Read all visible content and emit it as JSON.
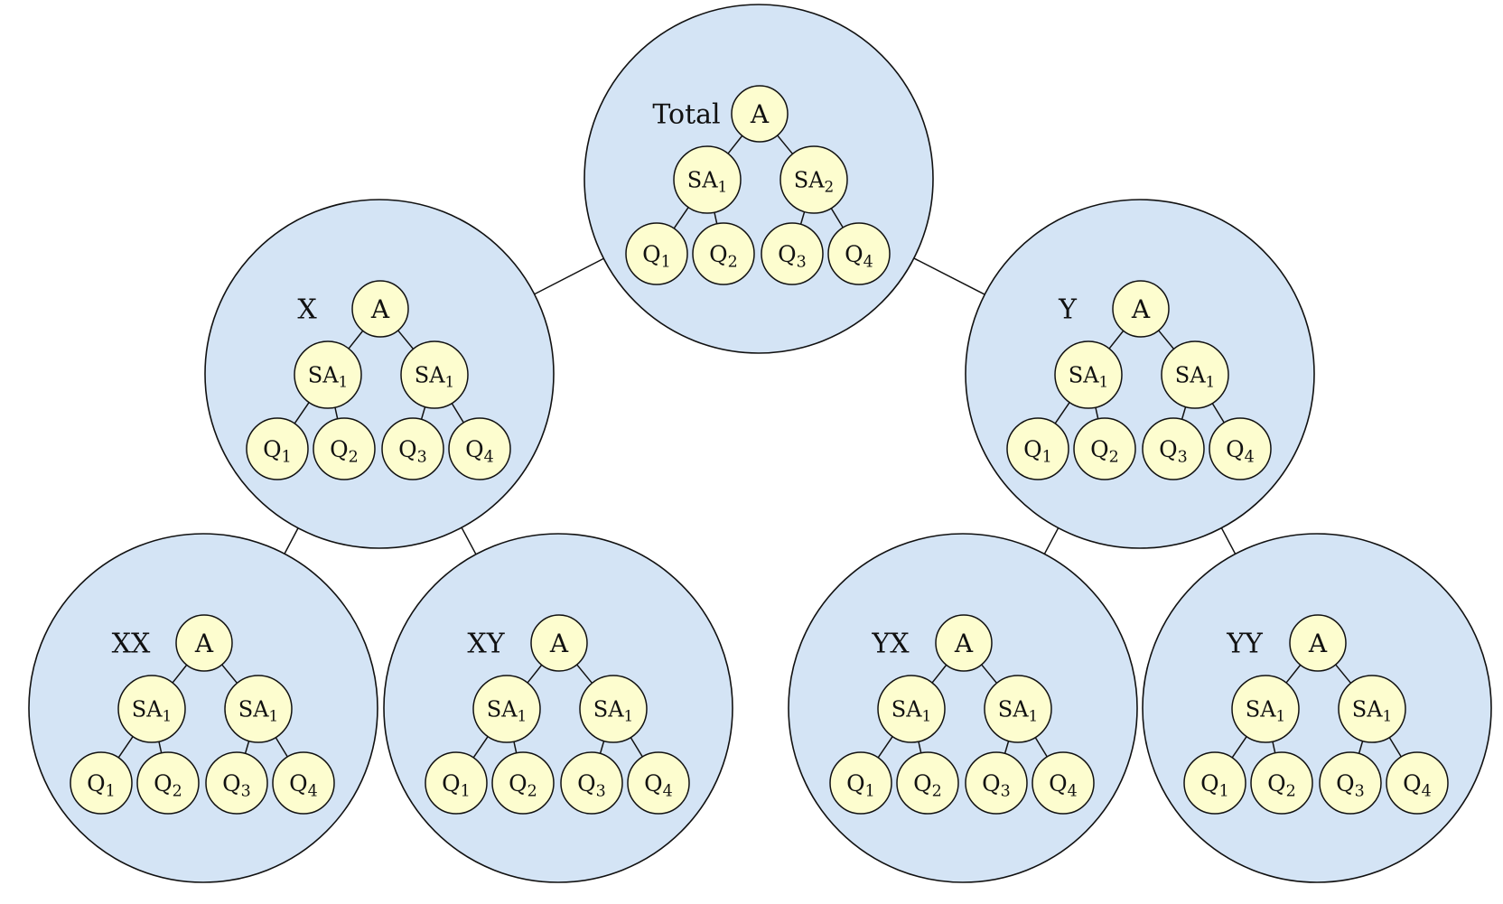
{
  "colors": {
    "cluster_fill": "#d4e4f5",
    "node_fill": "#fdfdcf",
    "stroke": "#111111"
  },
  "clusters": [
    {
      "id": "total",
      "label": "Total",
      "nodes": {
        "root": "A",
        "mid": [
          {
            "main": "SA",
            "sub": "1"
          },
          {
            "main": "SA",
            "sub": "2"
          }
        ],
        "leaves": [
          {
            "main": "Q",
            "sub": "1"
          },
          {
            "main": "Q",
            "sub": "2"
          },
          {
            "main": "Q",
            "sub": "3"
          },
          {
            "main": "Q",
            "sub": "4"
          }
        ]
      }
    },
    {
      "id": "x",
      "label": "X",
      "nodes": {
        "root": "A",
        "mid": [
          {
            "main": "SA",
            "sub": "1"
          },
          {
            "main": "SA",
            "sub": "1"
          }
        ],
        "leaves": [
          {
            "main": "Q",
            "sub": "1"
          },
          {
            "main": "Q",
            "sub": "2"
          },
          {
            "main": "Q",
            "sub": "3"
          },
          {
            "main": "Q",
            "sub": "4"
          }
        ]
      }
    },
    {
      "id": "y",
      "label": "Y",
      "nodes": {
        "root": "A",
        "mid": [
          {
            "main": "SA",
            "sub": "1"
          },
          {
            "main": "SA",
            "sub": "1"
          }
        ],
        "leaves": [
          {
            "main": "Q",
            "sub": "1"
          },
          {
            "main": "Q",
            "sub": "2"
          },
          {
            "main": "Q",
            "sub": "3"
          },
          {
            "main": "Q",
            "sub": "4"
          }
        ]
      }
    },
    {
      "id": "xx",
      "label": "XX",
      "nodes": {
        "root": "A",
        "mid": [
          {
            "main": "SA",
            "sub": "1"
          },
          {
            "main": "SA",
            "sub": "1"
          }
        ],
        "leaves": [
          {
            "main": "Q",
            "sub": "1"
          },
          {
            "main": "Q",
            "sub": "2"
          },
          {
            "main": "Q",
            "sub": "3"
          },
          {
            "main": "Q",
            "sub": "4"
          }
        ]
      }
    },
    {
      "id": "xy",
      "label": "XY",
      "nodes": {
        "root": "A",
        "mid": [
          {
            "main": "SA",
            "sub": "1"
          },
          {
            "main": "SA",
            "sub": "1"
          }
        ],
        "leaves": [
          {
            "main": "Q",
            "sub": "1"
          },
          {
            "main": "Q",
            "sub": "2"
          },
          {
            "main": "Q",
            "sub": "3"
          },
          {
            "main": "Q",
            "sub": "4"
          }
        ]
      }
    },
    {
      "id": "yx",
      "label": "YX",
      "nodes": {
        "root": "A",
        "mid": [
          {
            "main": "SA",
            "sub": "1"
          },
          {
            "main": "SA",
            "sub": "1"
          }
        ],
        "leaves": [
          {
            "main": "Q",
            "sub": "1"
          },
          {
            "main": "Q",
            "sub": "2"
          },
          {
            "main": "Q",
            "sub": "3"
          },
          {
            "main": "Q",
            "sub": "4"
          }
        ]
      }
    },
    {
      "id": "yy",
      "label": "YY",
      "nodes": {
        "root": "A",
        "mid": [
          {
            "main": "SA",
            "sub": "1"
          },
          {
            "main": "SA",
            "sub": "1"
          }
        ],
        "leaves": [
          {
            "main": "Q",
            "sub": "1"
          },
          {
            "main": "Q",
            "sub": "2"
          },
          {
            "main": "Q",
            "sub": "3"
          },
          {
            "main": "Q",
            "sub": "4"
          }
        ]
      }
    }
  ],
  "links": [
    {
      "from": "total",
      "to": "x"
    },
    {
      "from": "total",
      "to": "y"
    },
    {
      "from": "x",
      "to": "xx"
    },
    {
      "from": "x",
      "to": "xy"
    },
    {
      "from": "y",
      "to": "yx"
    },
    {
      "from": "y",
      "to": "yy"
    }
  ]
}
